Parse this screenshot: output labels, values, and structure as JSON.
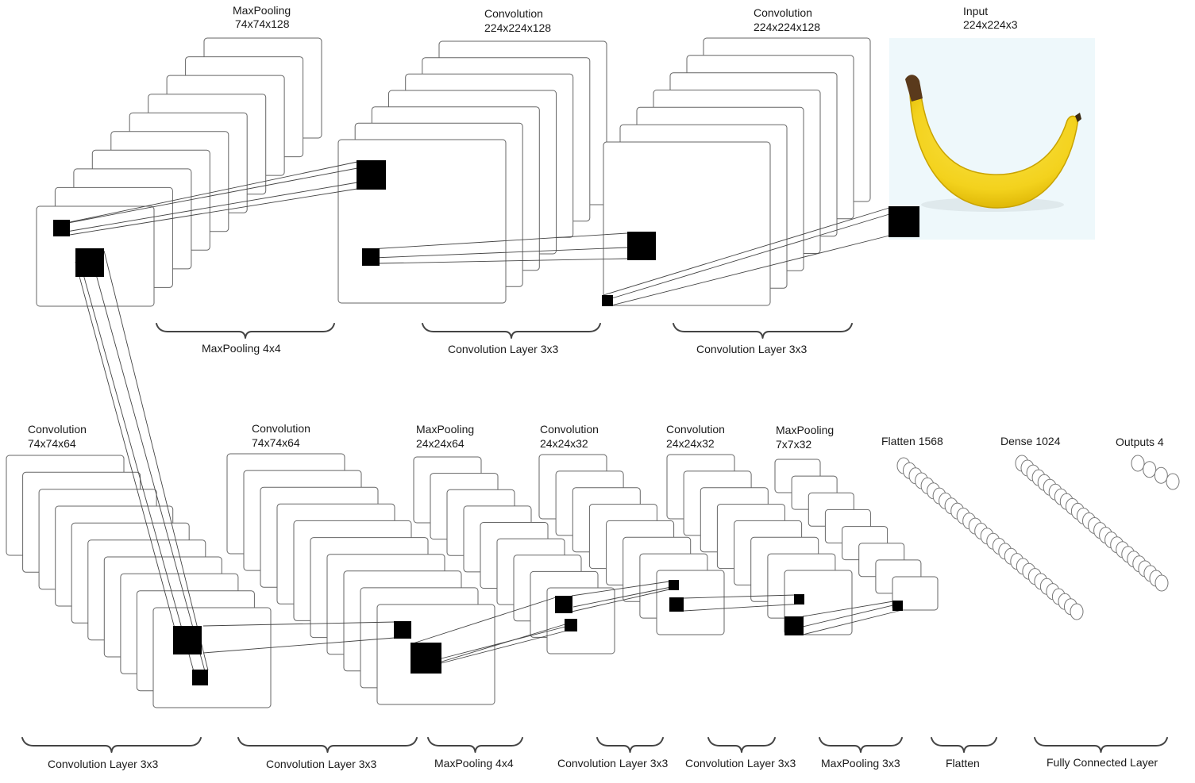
{
  "colors": {
    "frame_stroke": "#666666",
    "kernel_fill": "#000000",
    "banana_yellow": "#f3d21d",
    "photo_background": "#eef8fb"
  },
  "input_image": {
    "icon": "banana-photo-icon"
  },
  "stack_labels": [
    {
      "id": "maxpool-top",
      "name": "MaxPooling",
      "dims": "74x74x128"
    },
    {
      "id": "conv-top-mid",
      "name": "Convolution",
      "dims": "224x224x128"
    },
    {
      "id": "conv-top-right",
      "name": "Convolution",
      "dims": "224x224x128"
    },
    {
      "id": "input",
      "name": "Input",
      "dims": "224x224x3"
    },
    {
      "id": "conv-b1",
      "name": "Convolution",
      "dims": "74x74x64"
    },
    {
      "id": "conv-b2",
      "name": "Convolution",
      "dims": "74x74x64"
    },
    {
      "id": "maxpool-b3",
      "name": "MaxPooling",
      "dims": "24x24x64"
    },
    {
      "id": "conv-b4",
      "name": "Convolution",
      "dims": "24x24x32"
    },
    {
      "id": "conv-b5",
      "name": "Convolution",
      "dims": "24x24x32"
    },
    {
      "id": "maxpool-b6",
      "name": "MaxPooling",
      "dims": "7x7x32"
    },
    {
      "id": "flatten",
      "name": "Flatten 1568",
      "dims": ""
    },
    {
      "id": "dense",
      "name": "Dense 1024",
      "dims": ""
    },
    {
      "id": "outputs",
      "name": "Outputs 4",
      "dims": ""
    }
  ],
  "operation_labels": [
    "MaxPooling 4x4",
    "Convolution Layer 3x3",
    "Convolution Layer 3x3",
    "Convolution Layer 3x3",
    "Convolution Layer 3x3",
    "MaxPooling 4x4",
    "Convolution Layer 3x3",
    "Convolution Layer 3x3",
    "MaxPooling 3x3",
    "Flatten",
    "Fully Connected Layer"
  ]
}
